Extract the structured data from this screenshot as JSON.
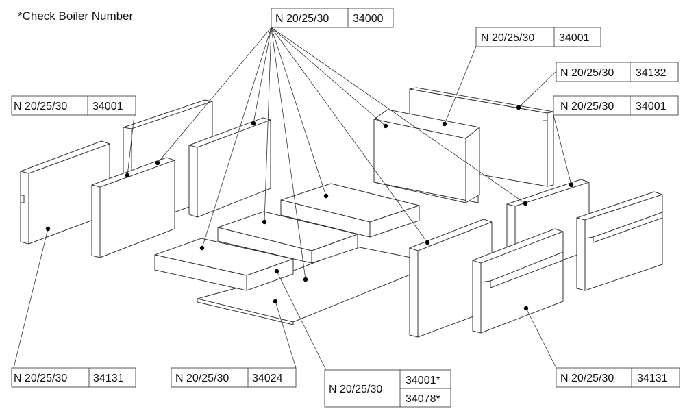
{
  "note": "*Check Boiler Number",
  "labels": [
    {
      "id": "top",
      "model": "N 20/25/30",
      "parts": [
        "34000"
      ]
    },
    {
      "id": "upper-right-1",
      "model": "N 20/25/30",
      "parts": [
        "34001"
      ]
    },
    {
      "id": "upper-right-2",
      "model": "N 20/25/30",
      "parts": [
        "34132"
      ]
    },
    {
      "id": "upper-right-3",
      "model": "N 20/25/30",
      "parts": [
        "34001"
      ]
    },
    {
      "id": "left",
      "model": "N 20/25/30",
      "parts": [
        "34001"
      ]
    },
    {
      "id": "bottom-left",
      "model": "N 20/25/30",
      "parts": [
        "34131"
      ]
    },
    {
      "id": "bottom-mid",
      "model": "N 20/25/30",
      "parts": [
        "34024"
      ]
    },
    {
      "id": "bottom-center",
      "model": "N 20/25/30",
      "parts": [
        "34001*",
        "34078*"
      ]
    },
    {
      "id": "bottom-right",
      "model": "N 20/25/30",
      "parts": [
        "34131"
      ]
    }
  ]
}
